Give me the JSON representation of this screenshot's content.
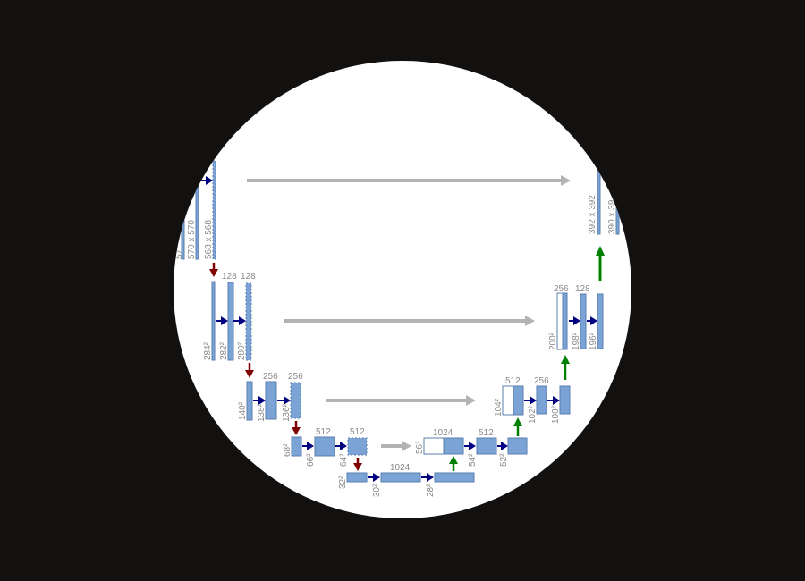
{
  "colors": {
    "background": "#131010",
    "canvas": "#ffffff",
    "block_fill": "#7ba3d6",
    "block_stroke": "#5b7fb0",
    "copy_block_fill": "#ffffff",
    "conv_arrow": "#000080",
    "pool_arrow": "#800000",
    "upconv_arrow": "#008000",
    "skip_arrow": "#b3b3b3",
    "label": "#8a8a8a"
  },
  "icons": {
    "conv_arrow": "navy-right-arrow",
    "pool_arrow": "dark-red-down-arrow",
    "upconv_arrow": "green-up-arrow",
    "skip_arrow": "gray-right-arrow"
  },
  "labels": {
    "l1_partial": "57",
    "l1_570": "570 x 570",
    "l1_568": "568 x 568",
    "l2_128a": "128",
    "l2_128b": "128",
    "l2_284": "284²",
    "l2_282": "282²",
    "l2_280": "280²",
    "l3_256a": "256",
    "l3_256b": "256",
    "l3_140": "140²",
    "l3_138": "138²",
    "l3_136": "136²",
    "l4_512a": "512",
    "l4_512b": "512",
    "l4_68": "68²",
    "l4_66": "66²",
    "l4_64": "64²",
    "l5_1024": "1024",
    "l5_32": "32²",
    "l5_30": "30²",
    "l5_28": "28²",
    "u4_1024": "1024",
    "u4_512": "512",
    "u4_56": "56²",
    "u4_54": "54²",
    "u4_52": "52²",
    "u3_512": "512",
    "u3_256": "256",
    "u3_104": "104²",
    "u3_102": "102²",
    "u3_100": "100²",
    "u2_256": "256",
    "u2_128": "128",
    "u2_200": "200²",
    "u2_198": "198²",
    "u2_196": "196²",
    "u1_392": "392 x 392",
    "u1_390": "390 x 39"
  }
}
